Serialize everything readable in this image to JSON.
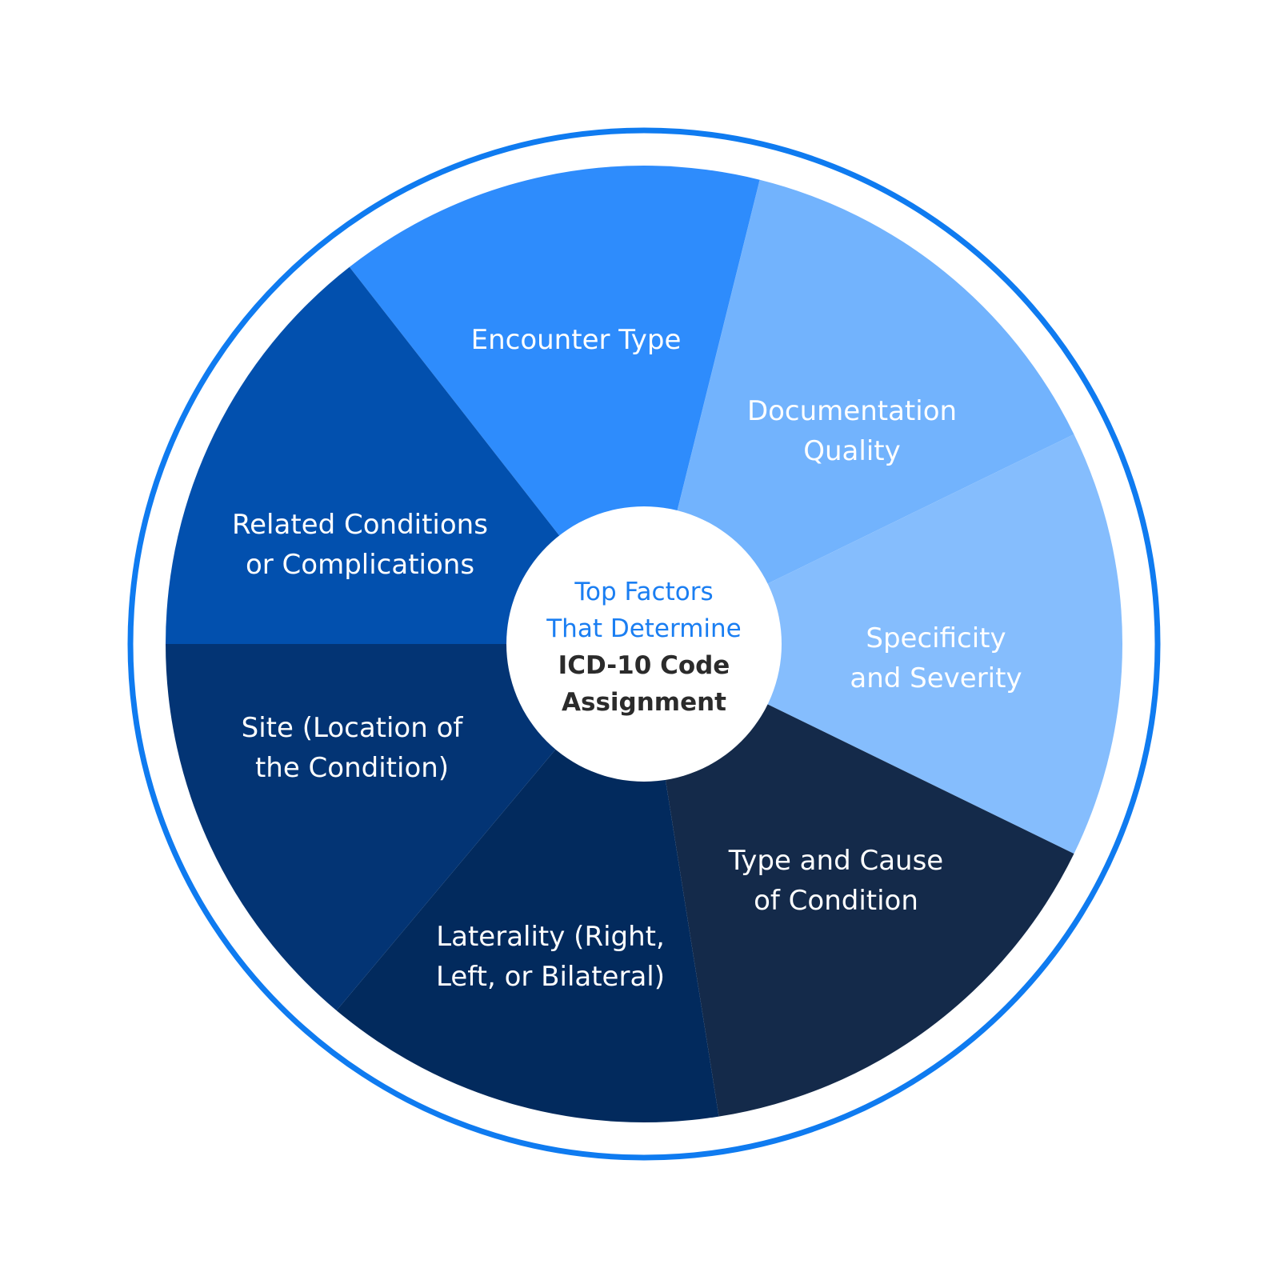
{
  "colors": {
    "outer_ring": "#0f7bf0",
    "center_accent": "#1a7ef2",
    "center_dark": "#2b2b2b",
    "center_fill": "#ffffff"
  },
  "center": {
    "line1": "Top Factors",
    "line2": "That Determine",
    "line3": "ICD-10 Code",
    "line4": "Assignment"
  },
  "segments": [
    {
      "lines": [
        "Encounter Type"
      ],
      "color": "#2e8cfc"
    },
    {
      "lines": [
        "Documentation",
        "Quality"
      ],
      "color": "#72b3fd"
    },
    {
      "lines": [
        "Specificity",
        "and Severity"
      ],
      "color": "#85bdfd"
    },
    {
      "lines": [
        "Type and Cause",
        "of Condition"
      ],
      "color": "#142a4a"
    },
    {
      "lines": [
        "Laterality (Right,",
        "Left, or Bilateral)"
      ],
      "color": "#022a5d"
    },
    {
      "lines": [
        "Site (Location of",
        "the Condition)"
      ],
      "color": "#033474"
    },
    {
      "lines": [
        "Related Conditions",
        "or Complications"
      ],
      "color": "#0250ae"
    }
  ]
}
